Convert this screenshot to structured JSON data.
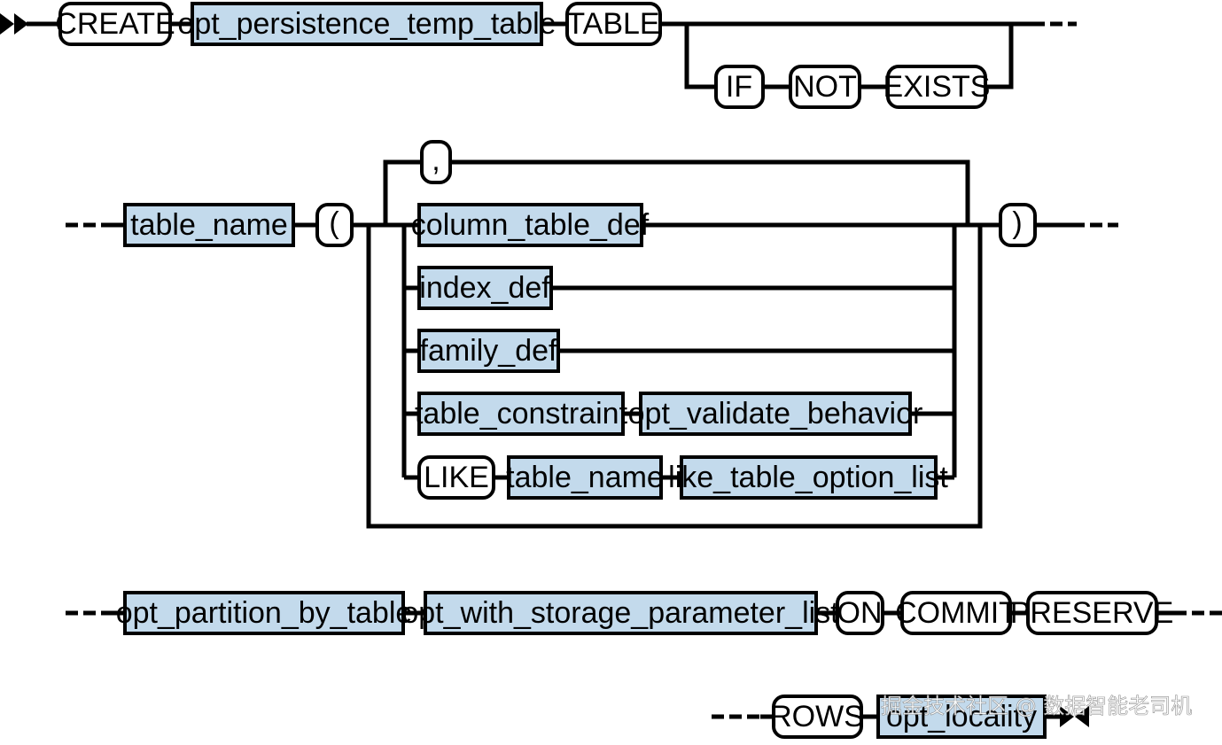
{
  "diagram": {
    "keywords": {
      "create": "CREATE",
      "table": "TABLE",
      "if": "IF",
      "not": "NOT",
      "exists": "EXISTS",
      "open_paren": "(",
      "comma": ",",
      "close_paren": ")",
      "like": "LIKE",
      "on": "ON",
      "commit": "COMMIT",
      "preserve": "PRESERVE",
      "rows": "ROWS"
    },
    "nonterminals": {
      "opt_persistence_temp_table": "opt_persistence_temp_table",
      "table_name": "table_name",
      "column_table_def": "column_table_def",
      "index_def": "index_def",
      "family_def": "family_def",
      "table_constraint": "table_constraint",
      "opt_validate_behavior": "opt_validate_behavior",
      "like_table_name": "table_name",
      "like_table_option_list": "like_table_option_list",
      "opt_partition_by_table": "opt_partition_by_table",
      "opt_with_storage_parameter_list": "opt_with_storage_parameter_list",
      "opt_locality": "opt_locality"
    },
    "colors": {
      "keyword_fill": "#ffffff",
      "nonterminal_fill": "#c3daec",
      "stroke": "#000000"
    }
  },
  "watermark": "掘金技术社区 @ 数据智能老司机"
}
